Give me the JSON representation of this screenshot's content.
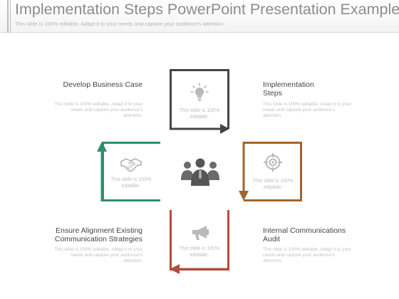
{
  "header": {
    "title": "Implementation Steps PowerPoint Presentation Examples",
    "subtitle": "This slide is 100% editable. Adapt it to your needs and capture your audience's attention."
  },
  "boxes": {
    "top_text": "This slide is 100% editable.",
    "right_text": "This slide is 100% editable.",
    "bottom_text": "This slide is 100% editable.",
    "left_text": "This slide is 100% editable."
  },
  "labels": {
    "develop": {
      "title": "Develop Business Case",
      "body": "This slide is 100% editable. Adapt it to your needs and capture your audience's attention."
    },
    "steps": {
      "title": "Implementation Steps",
      "body": "This slide is 100% editable. Adapt it to your needs and capture your audience's attention."
    },
    "align": {
      "title": "Ensure Alignment Existing Communication Strategies",
      "body": "This slide is 100% editable. Adapt it to your needs and capture your audience's attention."
    },
    "internal": {
      "title": "Internal Communications Audit",
      "body": "This slide is 100% editable. Adapt it to your needs and capture your audience's attention."
    }
  },
  "icons": {
    "top": "lightbulb-icon",
    "right": "target-icon",
    "bottom": "megaphone-icon",
    "left": "handshake-icon",
    "center": "team-icon"
  },
  "colors": {
    "top": "#444444",
    "right": "#a0652a",
    "bottom": "#b34c3c",
    "left": "#2f8f6b",
    "icon": "#b9b9b9",
    "center_icon": "#5a5a5a"
  }
}
